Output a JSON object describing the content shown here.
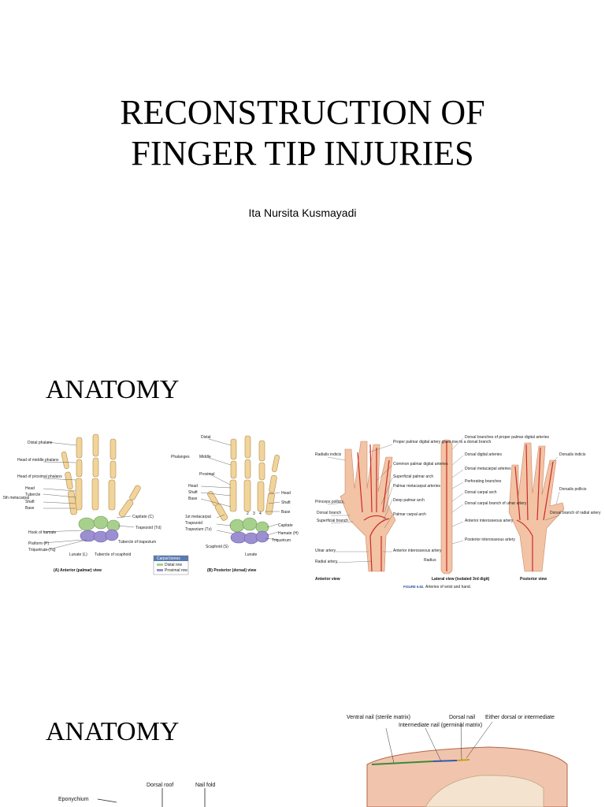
{
  "slide1": {
    "title_line1": "RECONSTRUCTION OF",
    "title_line2": "FINGER TIP INJURIES",
    "author": "Ita Nursita Kusmayadi"
  },
  "slide2": {
    "heading": "ANATOMY",
    "bones_anterior": {
      "labels": [
        "Distal phalanx",
        "Head of middle phalanx",
        "Head of proximal phalanx",
        "Head",
        "Tubercle",
        "Shaft",
        "Base",
        "5th metacarpal",
        "Hook of hamate",
        "Pisiform (P)",
        "Triquetrum (Tq)",
        "Lunate (L)",
        "Tubercle of scaphoid",
        "Tubercle of trapezium",
        "Capitate (C)",
        "Trapezoid (Td)"
      ],
      "caption": "(A) Anterior (palmar) view"
    },
    "bones_posterior": {
      "labels": [
        "Distal",
        "Middle",
        "Proximal",
        "Phalanges",
        "Head",
        "Shaft",
        "Base",
        "1st metacarpal",
        "Trapezoid",
        "Trapezium (Tz)",
        "Scaphoid (S)",
        "Lunate",
        "Triquetrum",
        "Hamate (H)",
        "Capitate",
        "Base",
        "Shaft",
        "Head"
      ],
      "caption": "(B) Posterior (dorsal) view",
      "digits": [
        "2",
        "3",
        "4"
      ]
    },
    "carpal_legend": {
      "title": "Carpal bones",
      "items": [
        "Distal row",
        "Proximal row"
      ],
      "colors": [
        "#a8d08d",
        "#9b8fd1"
      ]
    },
    "arteries": {
      "left_labels": [
        "Radialis indicis",
        "Princeps pollicis",
        "Dorsal branch",
        "Superficial branch",
        "Ulnar artery",
        "Radial artery"
      ],
      "middle_labels": [
        "Proper palmar digital artery gives rise to a dorsal branch",
        "Common palmar digital arteries",
        "Superficial palmar arch",
        "Palmar metacarpal arteries",
        "Deep palmar arch",
        "Palmar carpal arch",
        "Anterior interosseous artery"
      ],
      "right_middle_labels": [
        "Dorsal branches of proper palmar digital arteries",
        "Dorsal digital arteries",
        "Dorsal metacarpal arteries",
        "Perforating branches",
        "Dorsal carpal arch",
        "Dorsal carpal branch of ulnar artery",
        "Anterior interosseous artery",
        "Posterior interosseous artery",
        "Radius"
      ],
      "right_labels": [
        "Dorsalis indicis",
        "Dorsalis pollicis",
        "Dorsal branch of radial artery"
      ],
      "view_labels": [
        "Anterior view",
        "Lateral view (isolated 3rd digit)",
        "Posterior view"
      ],
      "figure_label": "FIGURE 6.82.",
      "figure_caption": "Arteries of wrist and hand."
    }
  },
  "slide3": {
    "heading": "ANATOMY",
    "nail_labels_top": [
      "Ventral nail (sterile matrix)",
      "Intermediate nail (germinal matrix)",
      "Dorsal nail",
      "Either dorsal or intermediate"
    ],
    "nail_labels_bottom": [
      "Eponychium",
      "Dorsal roof",
      "Nail fold"
    ]
  }
}
